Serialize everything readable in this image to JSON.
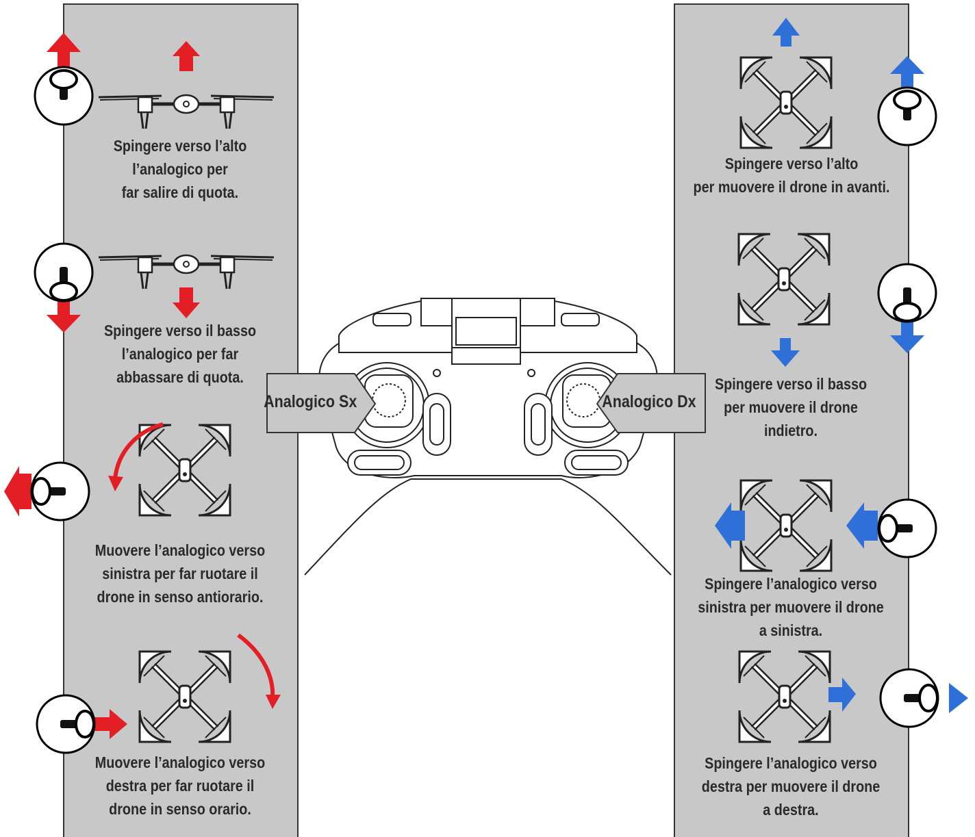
{
  "left_panel": {
    "items": [
      {
        "caption": [
          "Spingere verso l’alto",
          "l’analogico per",
          "far salire di quota."
        ],
        "arrow_color": "#e31e24"
      },
      {
        "caption": [
          "Spingere verso il basso",
          "l’analogico per far",
          "abbassare di quota."
        ],
        "arrow_color": "#e31e24"
      },
      {
        "caption": [
          "Muovere l’analogico verso",
          "sinistra per far ruotare il",
          "drone in senso antiorario."
        ],
        "arrow_color": "#e31e24"
      },
      {
        "caption": [
          "Muovere l’analogico verso",
          "destra per far ruotare il",
          "drone in senso orario."
        ],
        "arrow_color": "#e31e24"
      }
    ]
  },
  "right_panel": {
    "items": [
      {
        "caption": [
          "Spingere verso l’alto",
          "per muovere il drone in avanti."
        ],
        "arrow_color": "#2f6fd8"
      },
      {
        "caption": [
          "Spingere verso il basso",
          "per muovere il drone",
          "indietro."
        ],
        "arrow_color": "#2f6fd8"
      },
      {
        "caption": [
          "Spingere l’analogico verso",
          "sinistra per muovere il drone",
          "a sinistra."
        ],
        "arrow_color": "#2f6fd8"
      },
      {
        "caption": [
          "Spingere l’analogico verso",
          "destra per muovere il drone",
          "a destra."
        ],
        "arrow_color": "#2f6fd8"
      }
    ]
  },
  "controller": {
    "left_stick_label": "Analogico Sx",
    "right_stick_label": "Analogico Dx"
  },
  "colors": {
    "panel": "#c8c8c8",
    "red": "#e31e24",
    "blue": "#2f6fd8"
  }
}
